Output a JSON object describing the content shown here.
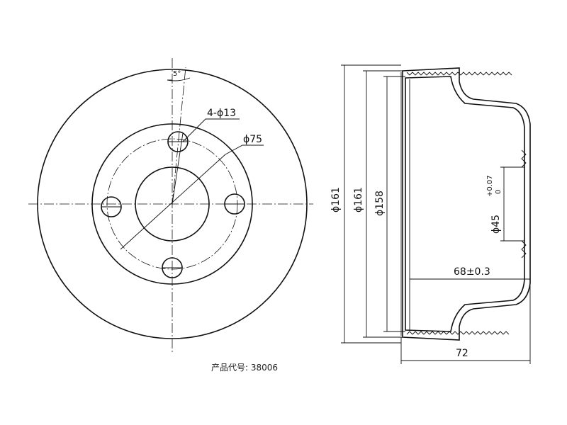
{
  "front_view": {
    "angle_label": "5°",
    "holes_label": "4-ϕ13",
    "pcd_label": "ϕ75"
  },
  "side_view": {
    "dia_outer_label": "ϕ161",
    "dia_inner1_label": "ϕ161",
    "dia_inner2_label": "ϕ158",
    "bore_label": "ϕ45",
    "bore_tol_upper": "+0.07",
    "bore_tol_lower": "0",
    "depth_label": "68±0.3",
    "width_label": "72"
  },
  "caption": "产品代号: 38006"
}
